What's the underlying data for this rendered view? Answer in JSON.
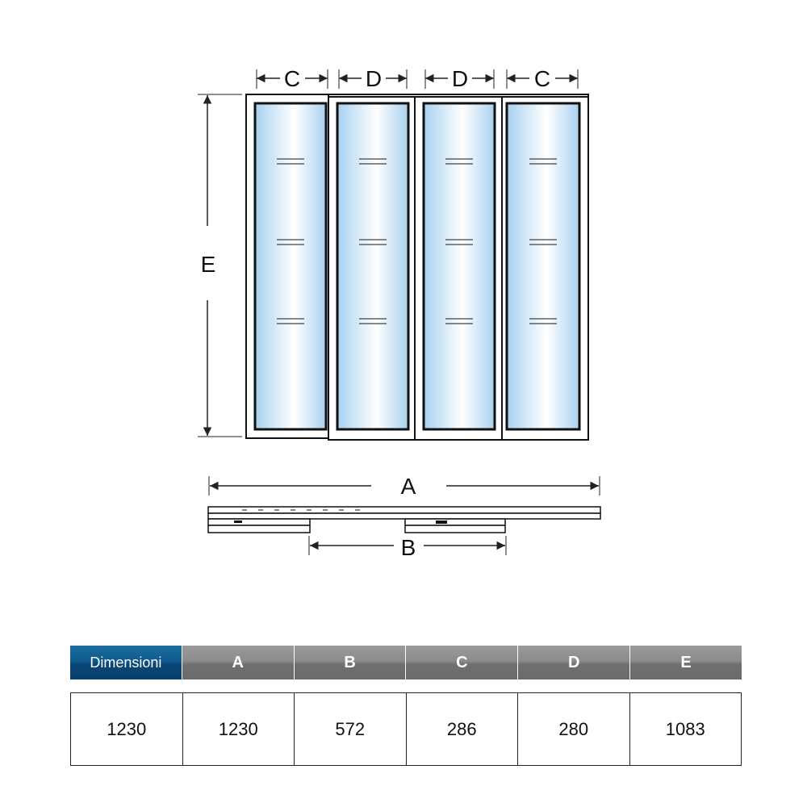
{
  "diagram": {
    "top_labels": [
      "C",
      "D",
      "D",
      "C"
    ],
    "height_label": "E",
    "width_label": "A",
    "overlap_label": "B",
    "colors": {
      "glass_top": "#a9d2f1",
      "glass_mid": "#ffffff",
      "frame": "#111111",
      "dim_line": "#222222"
    }
  },
  "table": {
    "header_colors": {
      "first": "#0f5a8c",
      "rest": "#7f7f7f"
    },
    "headers": [
      "Dimensioni",
      "A",
      "B",
      "C",
      "D",
      "E"
    ],
    "values": [
      "1230",
      "1230",
      "572",
      "286",
      "280",
      "1083"
    ]
  }
}
